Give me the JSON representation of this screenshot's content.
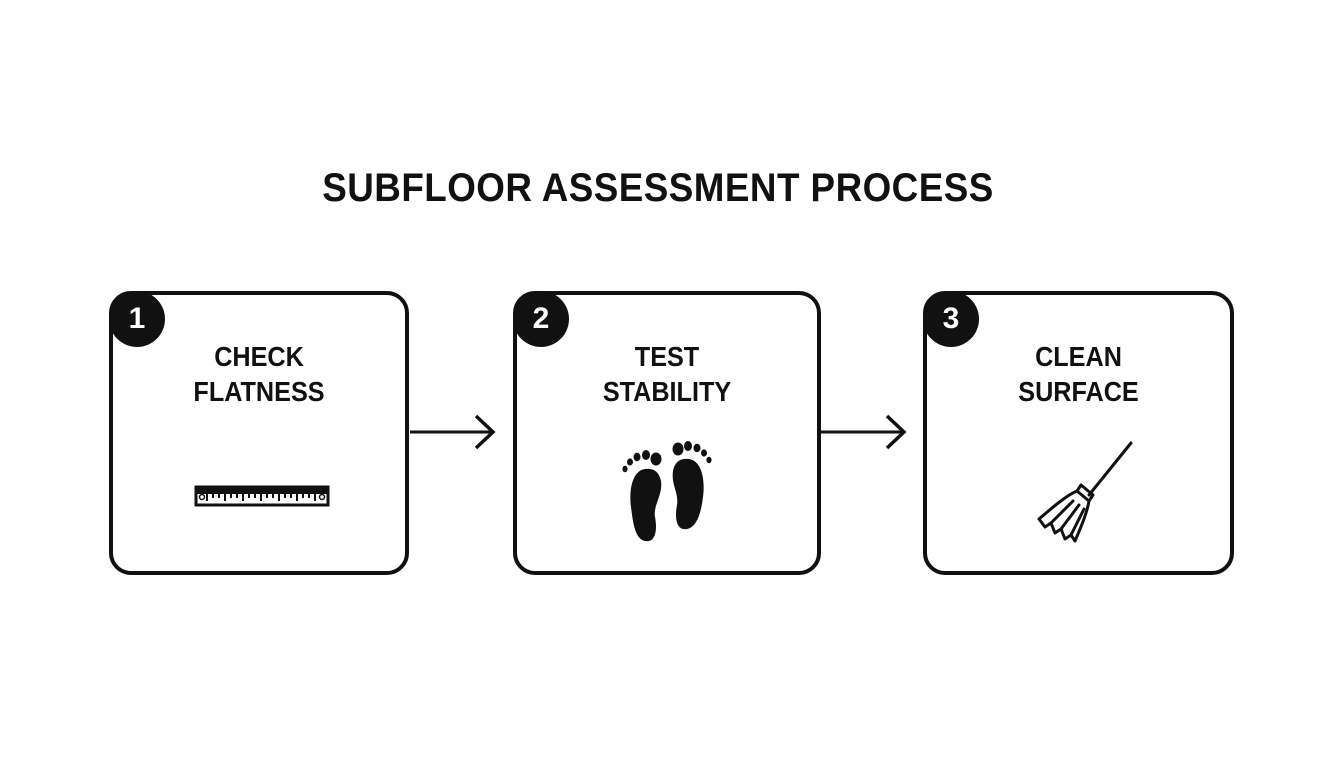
{
  "title": "SUBFLOOR ASSESSMENT PROCESS",
  "steps": [
    {
      "number": "1",
      "line1": "CHECK",
      "line2": "FLATNESS",
      "icon": "ruler-icon"
    },
    {
      "number": "2",
      "line1": "TEST",
      "line2": "STABILITY",
      "icon": "footprints-icon"
    },
    {
      "number": "3",
      "line1": "CLEAN",
      "line2": "SURFACE",
      "icon": "broom-icon"
    }
  ],
  "colors": {
    "ink": "#111111",
    "background": "#ffffff"
  }
}
